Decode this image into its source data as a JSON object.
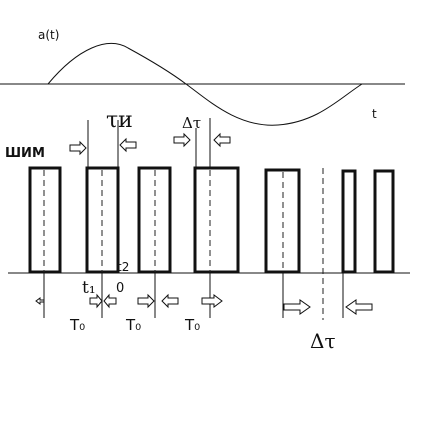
{
  "labels": {
    "signal_axis": "a(t)",
    "time_axis": "t",
    "pwm": "ШИМ",
    "tau_pulse": "τи",
    "delta_tau_top": "Δτ",
    "t1": "t₁",
    "t2": "t2",
    "zero": "0",
    "period_1": "T₀",
    "period_2": "T₀",
    "period_3": "T₀",
    "delta_tau_bottom": "Δτ"
  },
  "colors": {
    "stroke": "#111111",
    "background": "#ffffff"
  }
}
